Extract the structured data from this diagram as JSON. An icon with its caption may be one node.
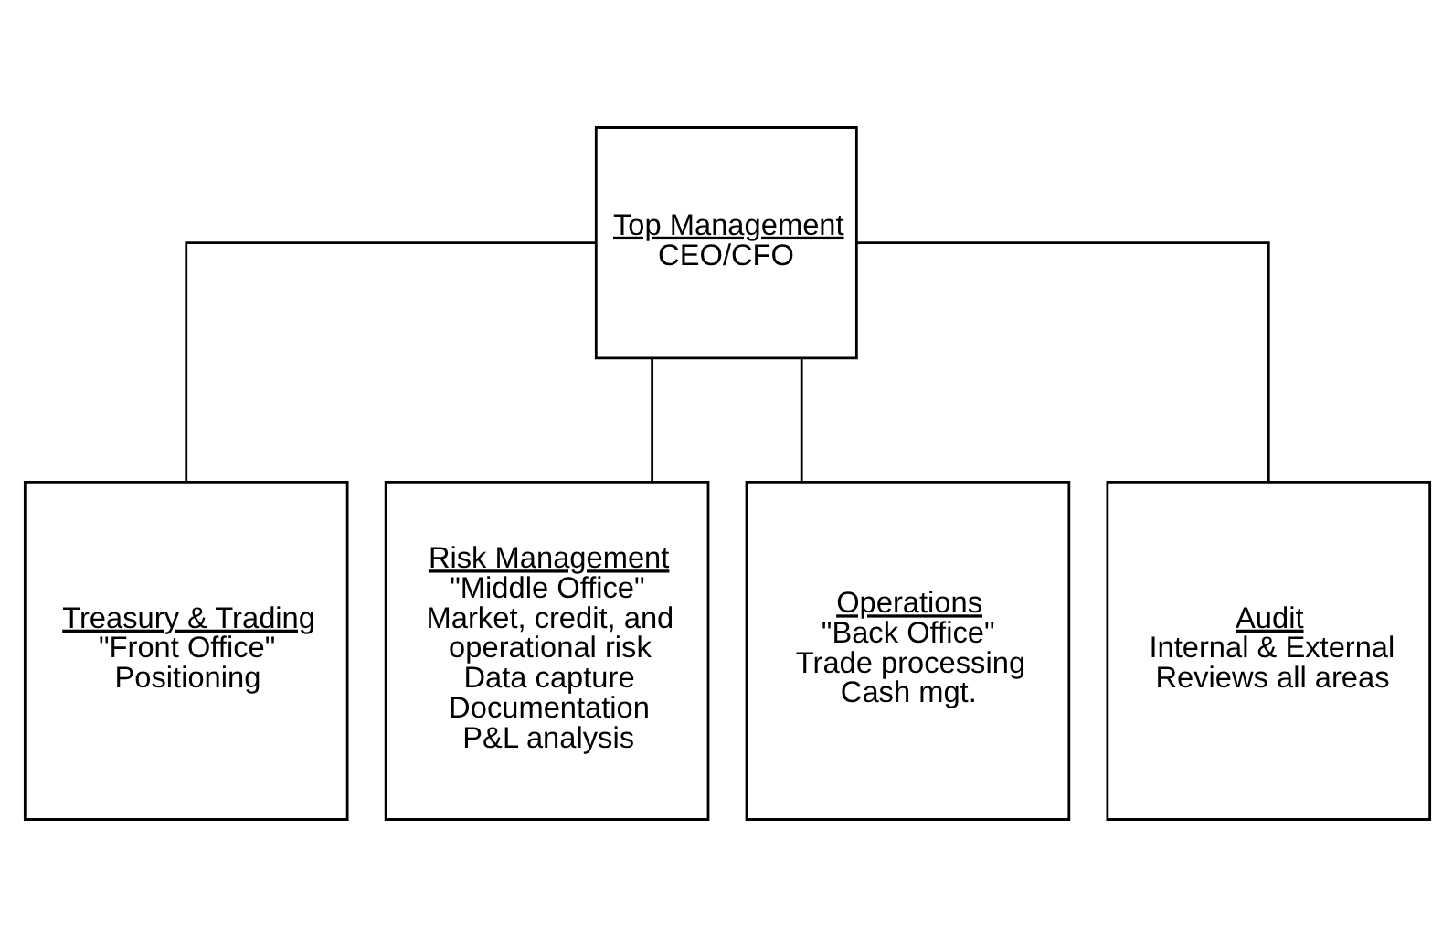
{
  "diagram": {
    "nodes": [
      {
        "text": [
          "Top Management",
          "CEO/CFO"
        ]
      },
      {
        "text": [
          "Treasury & Trading",
          "\"Front Office\"",
          "Positioning"
        ]
      },
      {
        "text": [
          "Risk Management",
          "\"Middle Office\"",
          "Market, credit, and operational risk",
          "Data capture",
          "Documentation",
          "P&L analysis"
        ]
      },
      {
        "text": [
          "Operations",
          "\"Back Office\"",
          "Trade processing",
          "Cash mgt."
        ]
      },
      {
        "text": [
          "Audit",
          "Internal & External",
          "Reviews all areas"
        ]
      }
    ],
    "edges": [
      {
        "from": 0,
        "to": 1,
        "arrow": "none"
      },
      {
        "from": 0,
        "to": 2,
        "arrow": "none"
      },
      {
        "from": 0,
        "to": 3,
        "arrow": "none"
      },
      {
        "from": 0,
        "to": 4,
        "arrow": "none"
      }
    ]
  }
}
